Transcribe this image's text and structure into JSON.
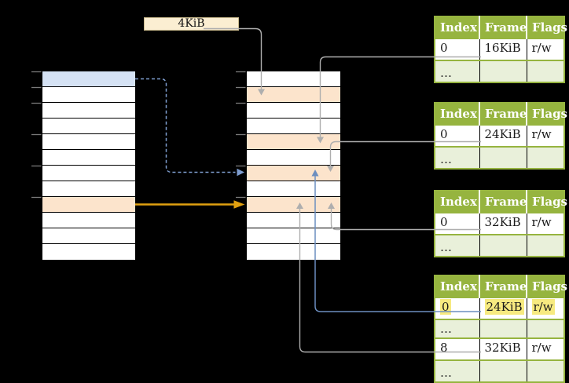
{
  "colors": {
    "table_green": "#96b43f",
    "light_green_row": "#e9f0da",
    "orange_row": "#fce4cc",
    "blue_row": "#d5e2f4",
    "cream_box": "#fbeed2",
    "cream_box_border": "#c8b98d",
    "yellow_highlight": "#f7ea80",
    "gray_line": "#aeaeae",
    "tick_gray": "#7a7a7a",
    "gold_arrow": "#e0a010",
    "blue_arrow": "#6c8ebf",
    "dashed_blue_arrow": "#7e9dcf",
    "header_text": "#ffffff",
    "body_text": "#1a1a1a"
  },
  "size_box": {
    "label": "4KiB"
  },
  "vtables": {
    "left": {
      "rows": 12,
      "blue_rows": [
        1
      ],
      "orange_rows": [
        9
      ]
    },
    "middle": {
      "rows": 12,
      "blue_rows": [],
      "orange_rows": [
        2,
        5,
        7,
        9
      ]
    }
  },
  "page_tables": [
    {
      "headers": [
        "Index",
        "Frame",
        "Flags"
      ],
      "rows": [
        {
          "cells": [
            "0",
            "16KiB",
            "r/w"
          ]
        },
        {
          "cells": [
            "…",
            "",
            ""
          ]
        }
      ]
    },
    {
      "headers": [
        "Index",
        "Frame",
        "Flags"
      ],
      "rows": [
        {
          "cells": [
            "0",
            "24KiB",
            "r/w"
          ]
        },
        {
          "cells": [
            "…",
            "",
            ""
          ]
        }
      ]
    },
    {
      "headers": [
        "Index",
        "Frame",
        "Flags"
      ],
      "rows": [
        {
          "cells": [
            "0",
            "32KiB",
            "r/w"
          ]
        },
        {
          "cells": [
            "…",
            "",
            ""
          ]
        }
      ]
    },
    {
      "headers": [
        "Index",
        "Frame",
        "Flags"
      ],
      "rows": [
        {
          "cells": [
            "0",
            "24KiB",
            "r/w"
          ],
          "highlighted": true
        },
        {
          "cells": [
            "…",
            "",
            ""
          ]
        },
        {
          "cells": [
            "8",
            "32KiB",
            "r/w"
          ]
        },
        {
          "cells": [
            "…",
            "",
            ""
          ]
        }
      ]
    }
  ]
}
